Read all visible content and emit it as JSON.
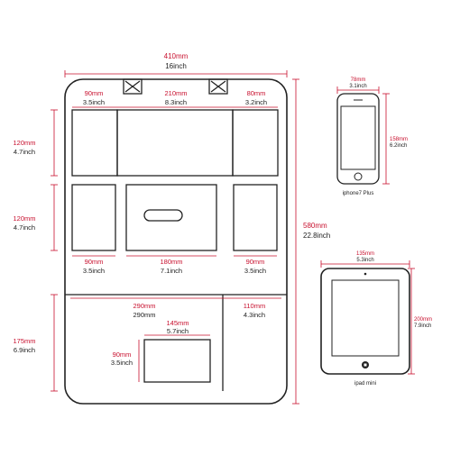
{
  "colors": {
    "dimension": "#c8102e",
    "outline": "#222222",
    "text": "#222222"
  },
  "organizer": {
    "overall_width": {
      "mm": "410mm",
      "inch": "16inch"
    },
    "overall_height": {
      "mm": "580mm",
      "inch": "22.8inch"
    },
    "top_row": {
      "height": {
        "mm": "120mm",
        "inch": "4.7inch"
      },
      "left": {
        "mm": "90mm",
        "inch": "3.5inch"
      },
      "center": {
        "mm": "210mm",
        "inch": "8.3inch"
      },
      "right": {
        "mm": "80mm",
        "inch": "3.2inch"
      }
    },
    "middle_row": {
      "height": {
        "mm": "120mm",
        "inch": "4.7inch"
      },
      "left": {
        "mm": "90mm",
        "inch": "3.5inch"
      },
      "center": {
        "mm": "180mm",
        "inch": "7.1inch"
      },
      "right": {
        "mm": "90mm",
        "inch": "3.5inch"
      }
    },
    "bottom_row": {
      "height": {
        "mm": "175mm",
        "inch": "6.9inch"
      },
      "left": {
        "mm": "290mm",
        "inch": "290mm"
      },
      "right": {
        "mm": "110mm",
        "inch": "4.3inch"
      },
      "inner_pocket_width": {
        "mm": "145mm",
        "inch": "5.7inch"
      },
      "inner_pocket_height": {
        "mm": "90mm",
        "inch": "3.5inch"
      }
    }
  },
  "iphone": {
    "name": "iphone7 Plus",
    "width": {
      "mm": "78mm",
      "inch": "3.1inch"
    },
    "height": {
      "mm": "158mm",
      "inch": "6.2inch"
    }
  },
  "ipad": {
    "name": "ipad mini",
    "width": {
      "mm": "135mm",
      "inch": "5.3inch"
    },
    "height": {
      "mm": "200mm",
      "inch": "7.9inch"
    }
  }
}
